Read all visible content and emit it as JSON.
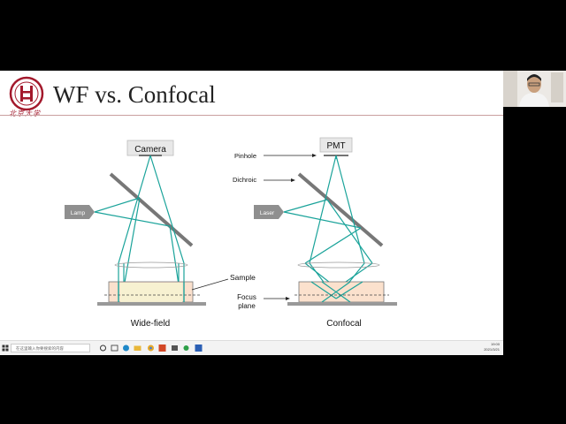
{
  "slide": {
    "title": "WF vs. Confocal",
    "logo_text": "北京大学",
    "colors": {
      "accent": "#a3192c",
      "beam": "#1aa39a",
      "sample": "#fbe1cd",
      "sample_wf": "#f6f3d2"
    }
  },
  "widefield": {
    "camera_label": "Camera",
    "lamp_label": "Lamp",
    "sample_label": "Sample",
    "caption": "Wide-field"
  },
  "confocal": {
    "pmt_label": "PMT",
    "pinhole_label": "Pinhole",
    "dichroic_label": "Dichroic",
    "laser_label": "Laser",
    "focus_label_line1": "Focus",
    "focus_label_line2": "plane",
    "caption": "Confocal"
  },
  "taskbar": {
    "search_placeholder": "在这里输入你要搜索的内容",
    "clock_time": "19:00",
    "clock_date": "2021/3/21",
    "icons": [
      "windows-icon",
      "search-icon",
      "task-view-icon",
      "edge-icon",
      "explorer-icon",
      "chrome-icon",
      "powerpoint-icon",
      "app-icon",
      "app-icon",
      "word-icon"
    ]
  }
}
